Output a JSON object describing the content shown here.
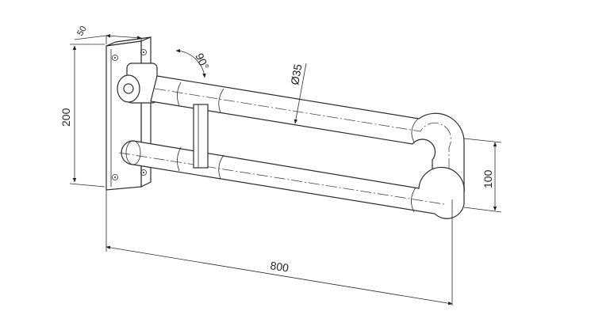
{
  "dimensions": {
    "plate_depth": "50",
    "plate_height": "200",
    "length": "800",
    "spacing": "100",
    "diameter": "Ø35",
    "rotation": "90°"
  }
}
